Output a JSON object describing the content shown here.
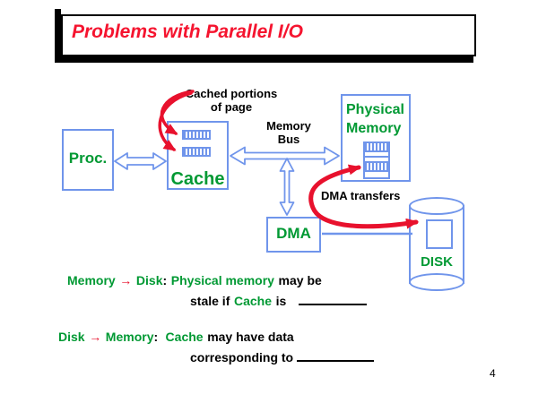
{
  "slide": {
    "title": "Problems with Parallel I/O",
    "page_number": "4"
  },
  "colors": {
    "title_red": "#f5142f",
    "arrow_red": "#e8112d",
    "text_green": "#009933",
    "box_blue": "#7095eb",
    "black": "#000000"
  },
  "diagram": {
    "proc_label": "Proc.",
    "cache_label": "Cache",
    "physical_memory_line1": "Physical",
    "physical_memory_line2": "Memory",
    "dma_label": "DMA",
    "disk_label": "DISK",
    "cached_portions_line1": "Cached portions",
    "cached_portions_line2": "of page",
    "memory_bus_line1": "Memory",
    "memory_bus_line2": "Bus",
    "dma_transfers_label": "DMA transfers"
  },
  "notes": {
    "memory_to_disk": {
      "source": "Memory",
      "arrow": "→",
      "dest": "Disk",
      "colon": ":",
      "highlight1": "Physical memory",
      "text1": "may be",
      "line2_pre": "stale if",
      "line2_highlight": "Cache",
      "line2_post": "is"
    },
    "disk_to_memory": {
      "source": "Disk",
      "arrow": "→",
      "dest": "Memory",
      "colon": ":",
      "highlight1": "Cache",
      "text1": "may have data",
      "line2_pre": "corresponding to"
    }
  }
}
